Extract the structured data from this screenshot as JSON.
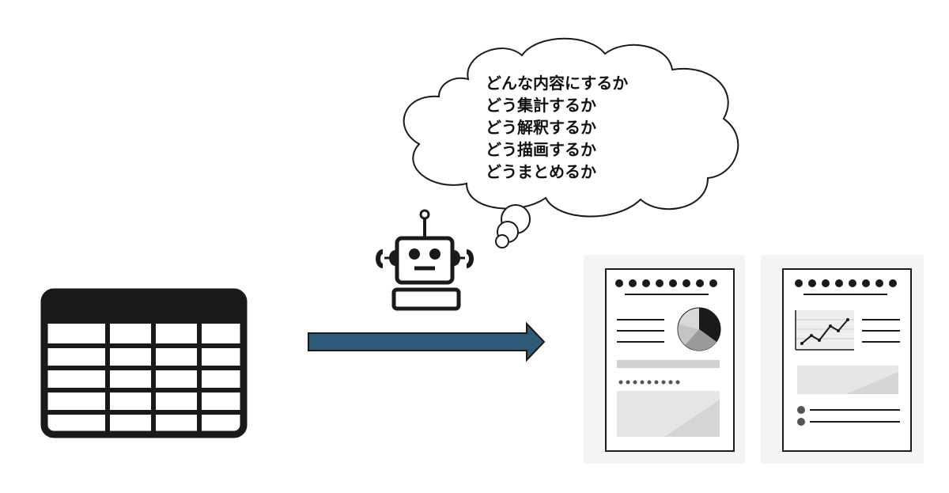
{
  "thought_bubble": {
    "lines": [
      "どんな内容にするか",
      "どう集計するか",
      "どう解釈するか",
      "どう描画するか",
      "どうまとめるか"
    ]
  },
  "icons": {
    "input": "table-icon",
    "agent": "robot-icon",
    "flow": "arrow-right-icon",
    "output_1": "report-with-pie-chart-icon",
    "output_2": "report-with-line-chart-icon"
  },
  "colors": {
    "arrow": "#2e5a78",
    "stroke": "#1a1a1a",
    "placeholder_fill": "#e6e6e6"
  }
}
